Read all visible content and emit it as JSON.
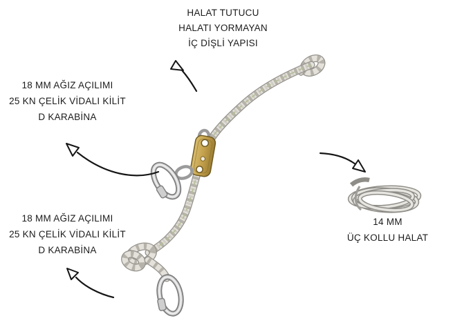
{
  "page": {
    "background": "#ffffff"
  },
  "labels": {
    "rope_grab": {
      "lines": [
        "HALAT TUTUCU",
        "HALATI YORMAYAN",
        "İÇ DİŞLİ YAPISI"
      ]
    },
    "top_carabiner": {
      "lines": [
        "18 MM AĞIZ AÇILIMI",
        "25 KN ÇELİK VİDALI KİLİT",
        "D KARABİNA"
      ]
    },
    "bottom_carabiner": {
      "lines": [
        "18 MM AĞIZ AÇILIMI",
        "25 KN ÇELİK VİDALI KİLİT",
        "D KARABİNA"
      ]
    },
    "rope_coil": {
      "lines": [
        "14 MM",
        "ÜÇ KOLLU HALAT"
      ]
    }
  },
  "illustration": {
    "parts": [
      "twisted-rope",
      "rope-grab-device",
      "top-carabiner",
      "bottom-carabiner",
      "rope-coil"
    ],
    "colors": {
      "brass": "#c3a04c",
      "brass_dark": "#6f5a22",
      "rope": "#e4e1db",
      "rope_shadow": "#93908a",
      "rope_tracer": "#b6bf98",
      "metal_light": "#d6d6d6",
      "metal_dark": "#7d7d7d",
      "arrow": "#151515",
      "text": "#1b1b1b"
    }
  }
}
